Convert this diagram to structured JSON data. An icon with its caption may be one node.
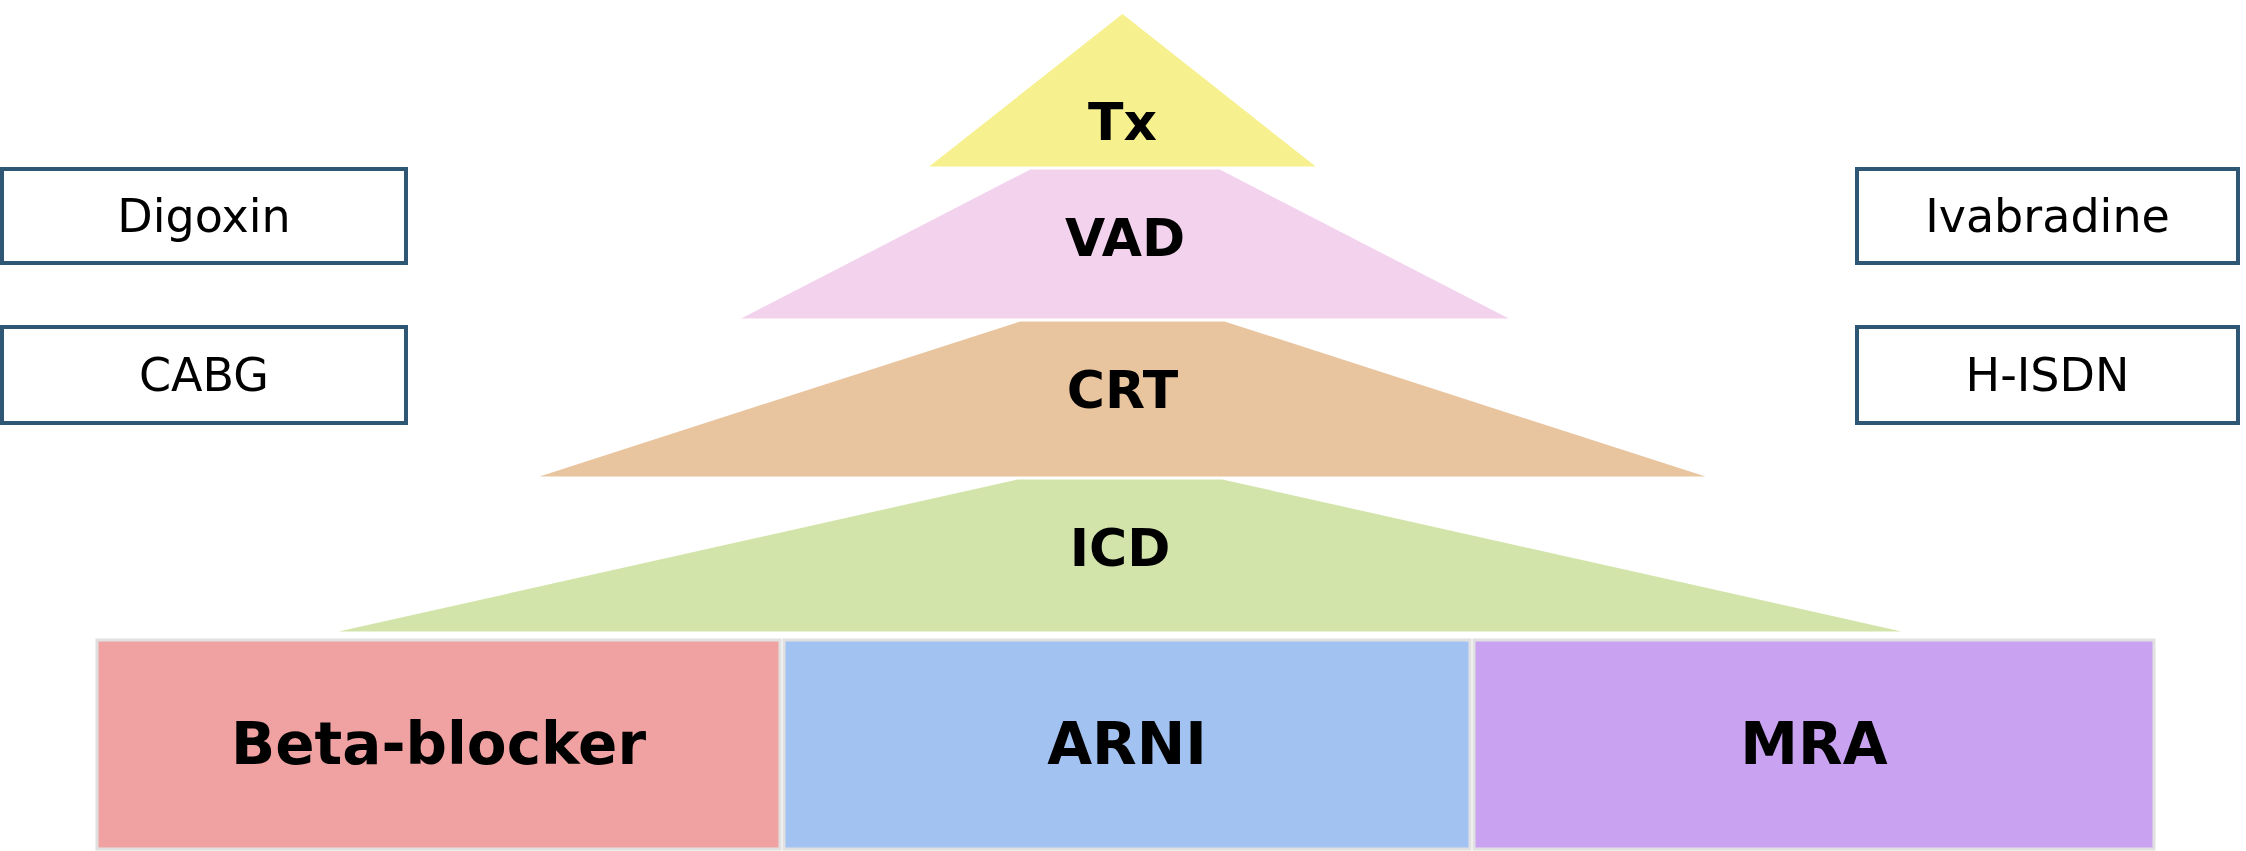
{
  "diagram": {
    "nodes": [
      {
        "text": [
          "Tx"
        ]
      },
      {
        "text": [
          "Digoxin"
        ]
      },
      {
        "text": [
          "VAD"
        ]
      },
      {
        "text": [
          "Ivabradine"
        ]
      },
      {
        "text": [
          "CABG"
        ]
      },
      {
        "text": [
          "CRT"
        ]
      },
      {
        "text": [
          "H-ISDN"
        ]
      },
      {
        "text": [
          "ICD"
        ]
      },
      {
        "text": [
          "Beta-blocker"
        ]
      },
      {
        "text": [
          "ARNI"
        ]
      },
      {
        "text": [
          "MRA"
        ]
      }
    ]
  }
}
